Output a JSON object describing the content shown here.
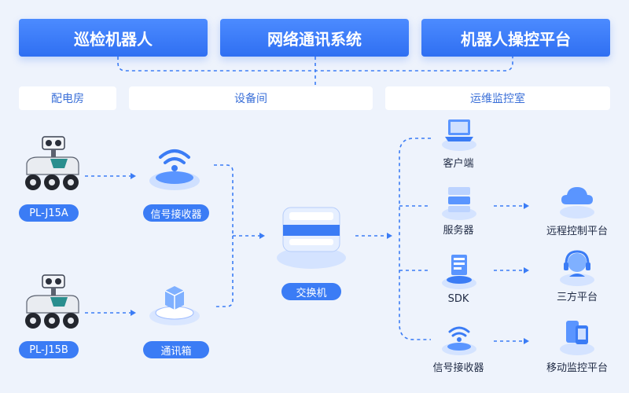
{
  "header": {
    "items": [
      {
        "label": "巡检机器人"
      },
      {
        "label": "网络通讯系统"
      },
      {
        "label": "机器人操控平台"
      }
    ]
  },
  "zones": {
    "power_room": "配电房",
    "equipment_room": "设备间",
    "ops_room": "运维监控室"
  },
  "robots": [
    {
      "label": "PL-J15A"
    },
    {
      "label": "PL-J15B"
    }
  ],
  "equipment": {
    "signal_receiver": "信号接收器",
    "comm_box": "通讯箱",
    "switch": "交换机"
  },
  "ops_nodes": [
    {
      "label": "客户端",
      "icon": "laptop-icon"
    },
    {
      "label": "服务器",
      "icon": "server-icon"
    },
    {
      "label": "SDK",
      "icon": "sdk-icon"
    },
    {
      "label": "信号接收器",
      "icon": "wifi-icon"
    }
  ],
  "platforms": [
    {
      "label": "远程控制平台",
      "icon": "cloud-icon"
    },
    {
      "label": "三方平台",
      "icon": "headset-icon"
    },
    {
      "label": "移动监控平台",
      "icon": "mobile-monitor-icon"
    }
  ],
  "colors": {
    "primary": "#3b7cf5",
    "line": "#3b7cf5",
    "background": "#eef3fc"
  }
}
